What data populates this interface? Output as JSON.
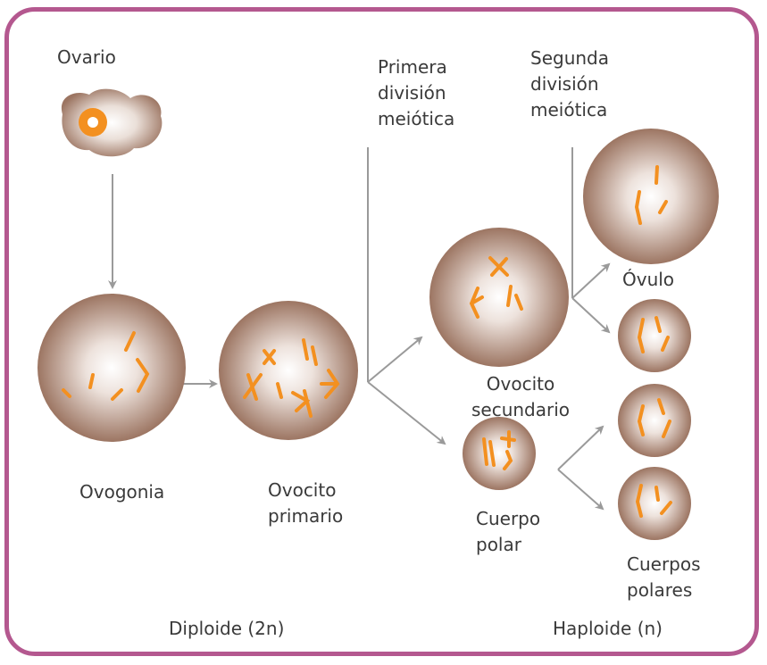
{
  "labels": {
    "ovario": "Ovario",
    "ovogonia": "Ovogonia",
    "ovocito_primario": "Ovocito\nprimario",
    "primera_division": "Primera\ndivisión\nmeiótica",
    "segunda_division": "Segunda\ndivisión\nmeiótica",
    "ovocito_secundario": "Ovocito\nsecundario",
    "cuerpo_polar": "Cuerpo\npolar",
    "ovulo": "Óvulo",
    "cuerpos_polares": "Cuerpos\npolares",
    "diploide": "Diploide (2n)",
    "haploide": "Haploide (n)"
  },
  "colors": {
    "frame": "#b4588f",
    "cell_edge": "#9c7562",
    "cell_center": "#ffffff",
    "chromosome": "#f39020",
    "arrow": "#9a9a9a",
    "text": "#3a3a3a"
  }
}
